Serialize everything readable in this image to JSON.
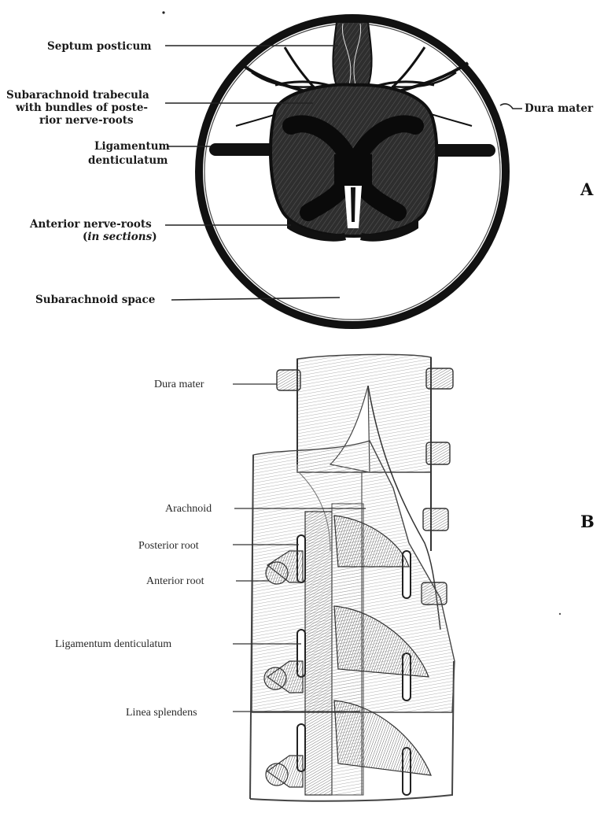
{
  "panel_a": {
    "letter": "A",
    "labels": {
      "septum_posticum": "Septum posticum",
      "trabecula_line1": "Subarachnoid trabecula",
      "trabecula_line2": "with bundles of poste-",
      "trabecula_line3": "rior nerve-roots",
      "ligamentum_line1": "Ligamentum",
      "ligamentum_line2": "denticulatum",
      "anterior_line1": "Anterior nerve-roots",
      "anterior_line2_open": "(",
      "anterior_line2_italic": "in sections",
      "anterior_line2_close": ")",
      "subarachnoid_space": "Subarachnoid space",
      "dura_mater": "Dura mater"
    }
  },
  "panel_b": {
    "letter": "B",
    "labels": {
      "dura_mater": "Dura mater",
      "arachnoid": "Arachnoid",
      "posterior_root": "Posterior root",
      "anterior_root": "Anterior root",
      "ligamentum_denticulatum": "Ligamentum denticulatum",
      "linea_splendens": "Linea splendens"
    }
  },
  "colors": {
    "ink": "#1a1a1a",
    "cord": "#2b2b2b",
    "engraving": "#5a5a5a",
    "paper": "#ffffff"
  }
}
